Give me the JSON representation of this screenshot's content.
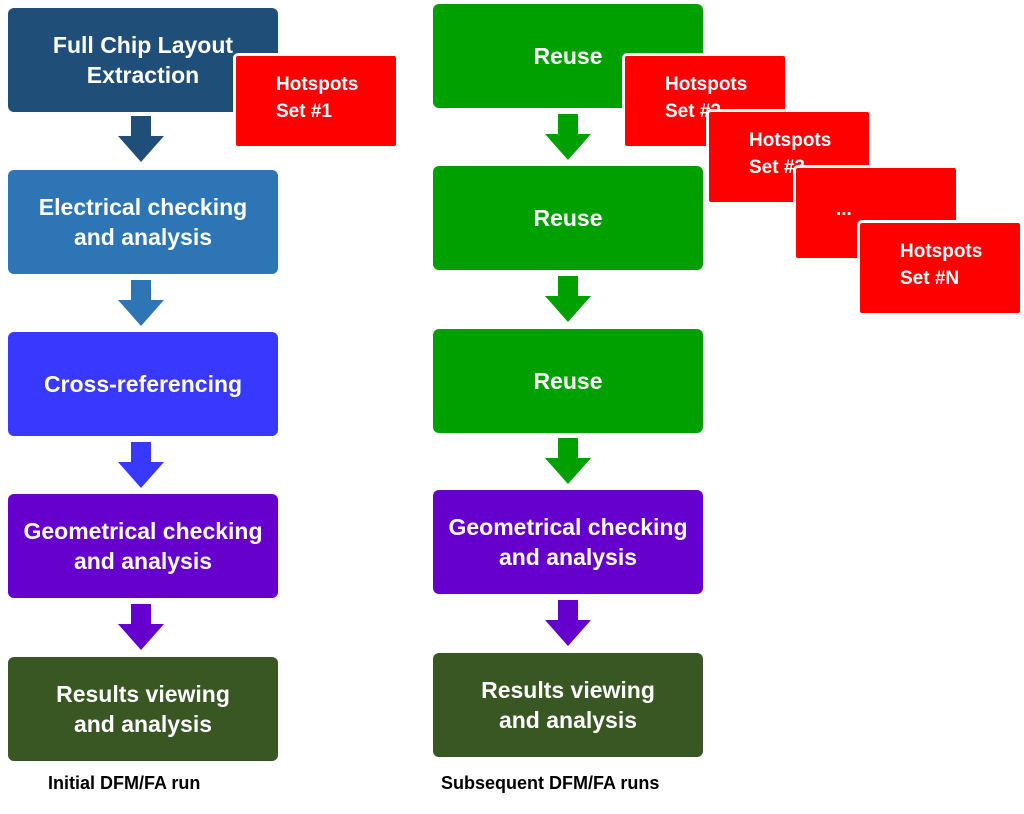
{
  "left_column": {
    "steps": [
      {
        "line1": "Full Chip Layout",
        "line2": "Extraction",
        "color": "#1f4e79"
      },
      {
        "line1": "Electrical checking",
        "line2": "and analysis",
        "color": "#2e75b6"
      },
      {
        "line1": "Cross-referencing",
        "line2": "",
        "color": "#3838ff"
      },
      {
        "line1": "Geometrical checking",
        "line2": "and analysis",
        "color": "#6600cc"
      },
      {
        "line1": "Results viewing",
        "line2": "and analysis",
        "color": "#385723"
      }
    ],
    "caption": "Initial DFM/FA run",
    "hotspots": {
      "line1": "Hotspots",
      "line2": "Set #1"
    }
  },
  "right_column": {
    "steps": [
      {
        "line1": "Reuse",
        "line2": "",
        "color": "#00a000"
      },
      {
        "line1": "Reuse",
        "line2": "",
        "color": "#00a000"
      },
      {
        "line1": "Reuse",
        "line2": "",
        "color": "#00a000"
      },
      {
        "line1": "Geometrical checking",
        "line2": "and analysis",
        "color": "#6600cc"
      },
      {
        "line1": "Results viewing",
        "line2": "and analysis",
        "color": "#385723"
      }
    ],
    "caption": "Subsequent DFM/FA runs",
    "hotspots": [
      {
        "line1": "Hotspots",
        "line2": "Set #2"
      },
      {
        "line1": "Hotspots",
        "line2": "Set #3"
      },
      {
        "line1": "...",
        "line2": ""
      },
      {
        "line1": "Hotspots",
        "line2": "Set #N"
      }
    ]
  },
  "colors": {
    "hotspot": "#ff0000",
    "arrow_dark_blue": "#1f4e79",
    "arrow_blue": "#2e75b6",
    "arrow_bright_blue": "#3838ff",
    "arrow_purple": "#6600cc",
    "arrow_green": "#00a000"
  }
}
